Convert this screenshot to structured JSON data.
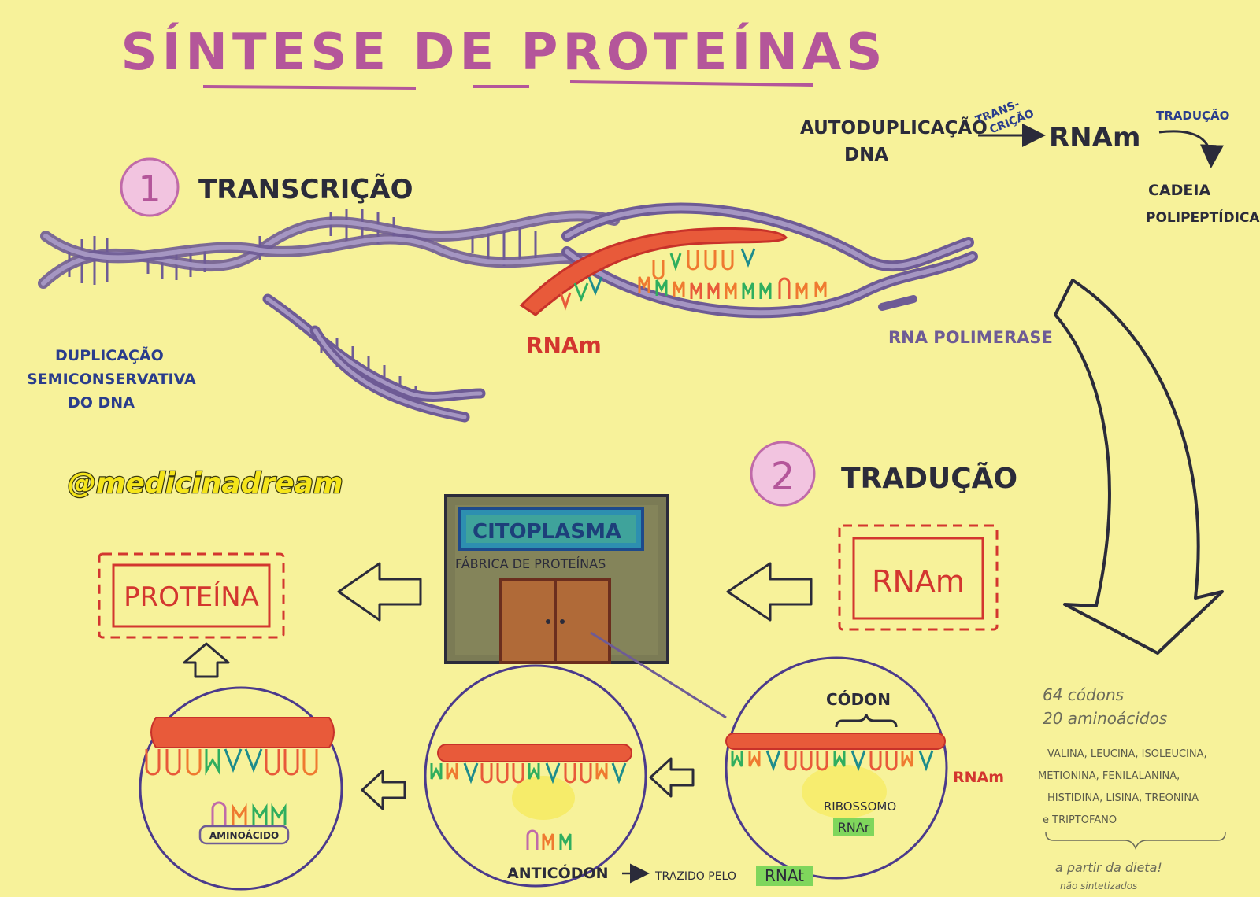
{
  "title": "SÍNTESE DE PROTEÍNAS",
  "watermark": "@medicinadream",
  "colors": {
    "paper": "#f7f29a",
    "title": "#b4569a",
    "dna": "#6e5b95",
    "rna": "#e2433f",
    "ink_blue": "#2a3d8c",
    "ink_dark": "#2b2b3a",
    "green": "#2fae5e",
    "teal": "#1e8c8c",
    "orange": "#ef7a30",
    "pink": "#e48aa2",
    "watermark_fill": "#f5e51a"
  },
  "summary": {
    "source": "AUTODUPLICAÇÃO DNA",
    "source_line1": "AUTODUPLICAÇÃO",
    "source_line2": "DNA",
    "arrow1_label_line1": "TRANS-",
    "arrow1_label_line2": "CRIÇÃO",
    "middle": "RNAm",
    "arrow2_label": "TRADUÇÃO",
    "result_line1": "CADEIA",
    "result_line2": "POLIPEPTÍDICA"
  },
  "step1": {
    "number": "1",
    "title": "TRANSCRIÇÃO",
    "rna_label": "RNAm",
    "polymerase_label": "RNA POLIMERASE",
    "note_line1": "DUPLICAÇÃO",
    "note_line2": "SEMICONSERVATIVA",
    "note_line3": "DO DNA"
  },
  "step2": {
    "number": "2",
    "title": "TRADUÇÃO",
    "rna_box": "RNAm",
    "cytoplasm_label": "CITOPLASMA",
    "factory_label": "FÁBRICA DE PROTEÍNAS",
    "protein_box": "PROTEÍNA",
    "codon_label": "CÓDON",
    "rna_side_label": "RNAm",
    "ribosome_label": "RIBOSSOMO",
    "rnar_label": "RNAr",
    "anticodon_label": "ANTICÓDON",
    "brought_by": "TRAZIDO PELO",
    "rnat_label": "RNAt",
    "amino_acid_label": "AMINOÁCIDO"
  },
  "notes": {
    "line1": "64 códons",
    "line2": "20 aminoácidos",
    "line3": "VALINA, LEUCINA, ISOLEUCINA,",
    "line4": "METIONINA, FENILALANINA,",
    "line5": "HISTIDINA, LISINA, TREONINA",
    "line6": "e TRIPTOFANO",
    "line7": "a partir da dieta!",
    "line8": "não sintetizados"
  }
}
